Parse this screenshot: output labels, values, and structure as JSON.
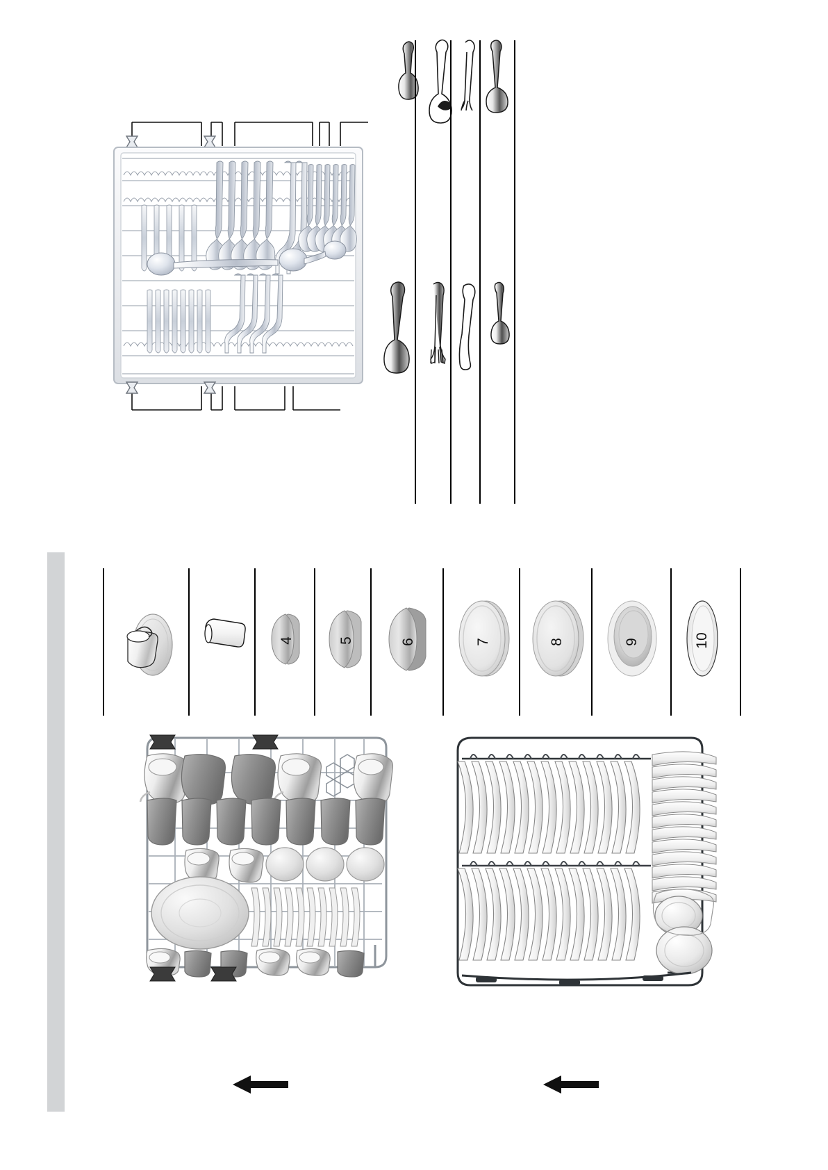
{
  "page": {
    "title": "Dishwasher basket loading diagram",
    "background_color": "#ffffff",
    "sidebar_bar_color": "#d2d4d6"
  },
  "cutlery_drawer": {
    "label": "cutlery-drawer-top-view",
    "description": "Third level cutlery drawer loaded with spoons, forks and knives"
  },
  "cutlery_legend_top": {
    "items": [
      {
        "id": "a",
        "icon": "teaspoon-icon",
        "label": ""
      },
      {
        "id": "b",
        "icon": "serving-spoon-outline-icon",
        "label": ""
      },
      {
        "id": "c",
        "icon": "serving-fork-outline-icon",
        "label": ""
      },
      {
        "id": "d",
        "icon": "ladle-icon",
        "label": ""
      }
    ]
  },
  "cutlery_legend_bottom": {
    "items": [
      {
        "id": "e",
        "icon": "tablespoon-icon",
        "label": ""
      },
      {
        "id": "f",
        "icon": "dinner-fork-icon",
        "label": ""
      },
      {
        "id": "g",
        "icon": "dinner-knife-outline-icon",
        "label": ""
      },
      {
        "id": "h",
        "icon": "teaspoon-small-icon",
        "label": ""
      }
    ]
  },
  "dishware_legend": {
    "items": [
      {
        "num": "",
        "icon": "cup-and-saucer-icon",
        "show_number": false
      },
      {
        "num": "",
        "icon": "glass-tumbler-icon",
        "show_number": false
      },
      {
        "num": "4",
        "icon": "small-bowl-icon",
        "show_number": true
      },
      {
        "num": "5",
        "icon": "medium-bowl-icon",
        "show_number": true
      },
      {
        "num": "6",
        "icon": "large-bowl-icon",
        "show_number": true
      },
      {
        "num": "7",
        "icon": "dessert-plate-icon",
        "show_number": true
      },
      {
        "num": "8",
        "icon": "dinner-plate-icon",
        "show_number": true
      },
      {
        "num": "9",
        "icon": "soup-plate-icon",
        "show_number": true
      },
      {
        "num": "10",
        "icon": "oval-platter-icon",
        "show_number": true
      }
    ]
  },
  "upper_basket": {
    "label": "upper-basket-loading",
    "arrow": {
      "icon": "arrow-left-icon",
      "direction": "left"
    },
    "contents": "cups, mugs, glasses, saucers and a large serving bowl"
  },
  "lower_basket": {
    "label": "lower-basket-loading",
    "arrow": {
      "icon": "arrow-left-icon",
      "direction": "left"
    },
    "contents": "dinner plates, soup plates, bowls and serving dishes"
  }
}
